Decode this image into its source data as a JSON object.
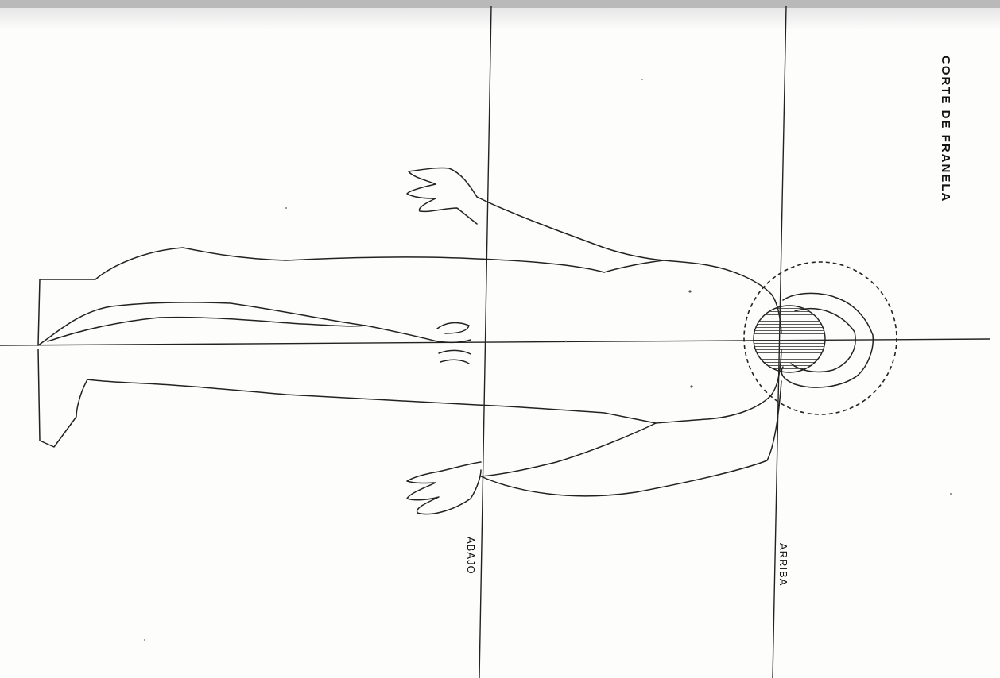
{
  "diagram": {
    "title": "CORTE DE FRANELA",
    "guides": {
      "lower_label": "ABAJO",
      "upper_label": "ARRIBA"
    },
    "line_color": "#222222",
    "hatch_color": "#333333"
  }
}
